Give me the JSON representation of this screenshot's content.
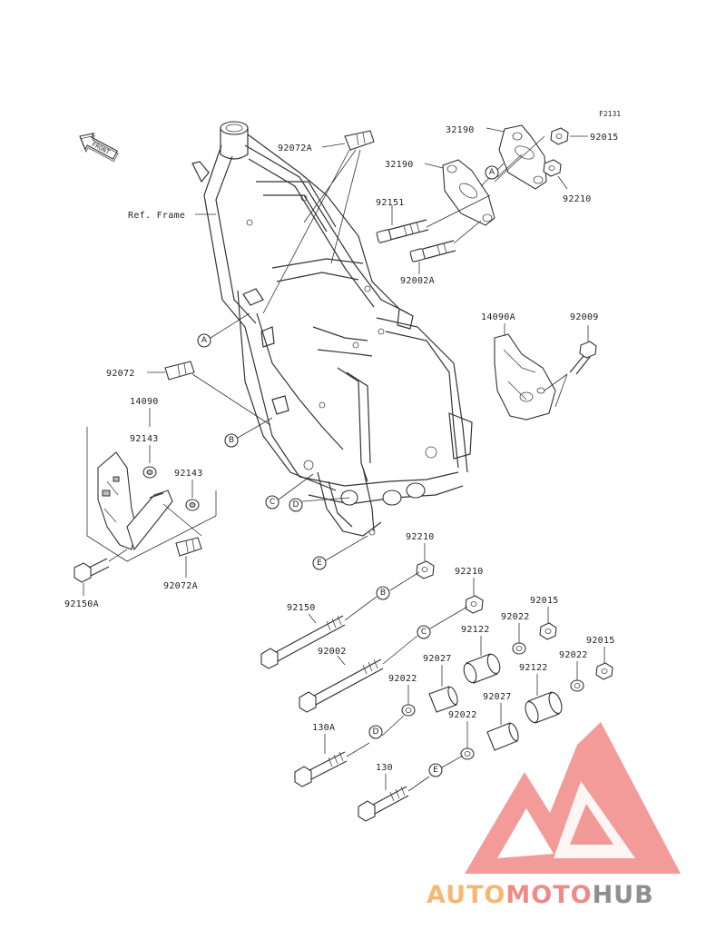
{
  "diagram_code": "F2131",
  "front_label": "FRONT",
  "ref_frame_label": "Ref. Frame",
  "part_labels": {
    "p32190_top": "32190",
    "p92015_top": "92015",
    "p32190_mid": "32190",
    "p92210_top": "92210",
    "p92072A_top": "92072A",
    "p92151": "92151",
    "p92002A": "92002A",
    "p14090A": "14090A",
    "p92009": "92009",
    "p92072": "92072",
    "p14090": "14090",
    "p92143_a": "92143",
    "p92143_b": "92143",
    "p92150A": "92150A",
    "p92072A_bot": "92072A",
    "p92210_a": "92210",
    "p92210_b": "92210",
    "p92150": "92150",
    "p92002": "92002",
    "p92015_a": "92015",
    "p92022_a": "92022",
    "p92122_a": "92122",
    "p92015_b": "92015",
    "p92027_a": "92027",
    "p92022_b": "92022",
    "p92022_c": "92022",
    "p92122_b": "92122",
    "p130A": "130A",
    "p92027_b": "92027",
    "p92022_d": "92022",
    "p130": "130"
  },
  "ref_letters": {
    "a_top": "A",
    "a_left": "A",
    "b_left": "B",
    "c_left": "C",
    "d_left": "D",
    "e_left": "E",
    "b_bolt": "B",
    "c_bolt": "C",
    "d_bolt": "D",
    "e_bolt": "E"
  },
  "watermark": {
    "part1": "AUTO",
    "part2": "MOTO",
    "part3": "HUB",
    "color_orange": "#f5b774",
    "color_red": "#f08a86",
    "color_gray": "#8f8f8f"
  }
}
